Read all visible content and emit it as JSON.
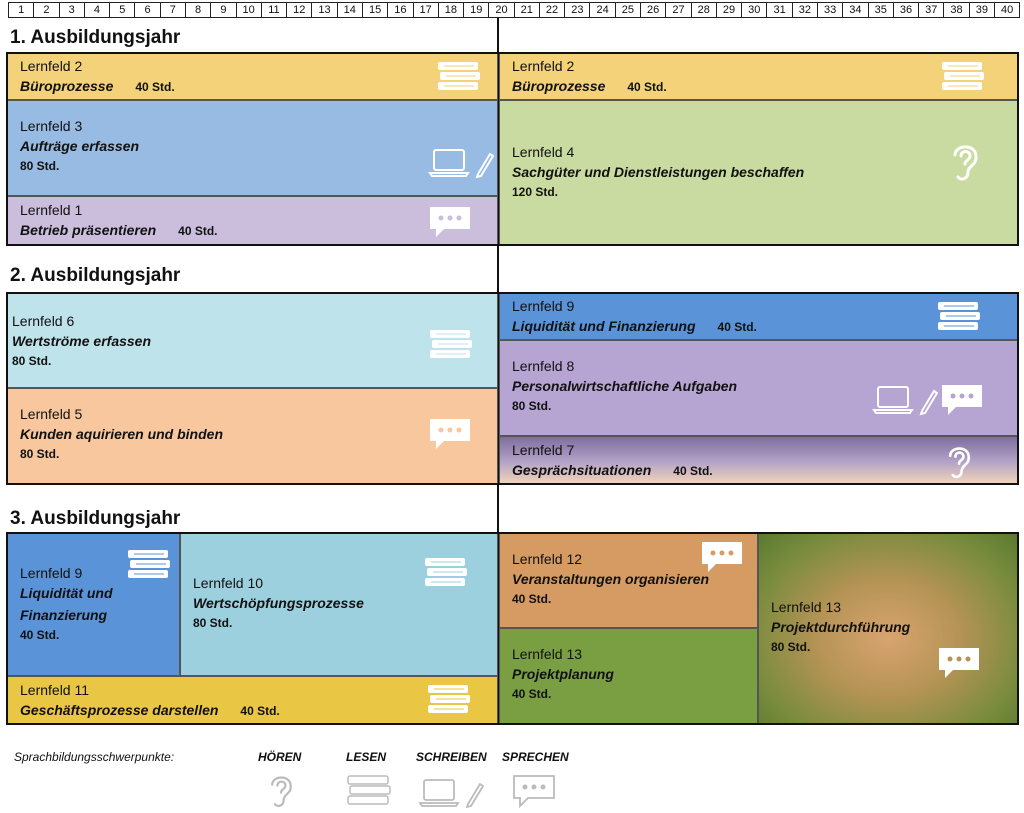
{
  "ruler": [
    "1",
    "2",
    "3",
    "4",
    "5",
    "6",
    "7",
    "8",
    "9",
    "10",
    "11",
    "12",
    "13",
    "14",
    "15",
    "16",
    "17",
    "18",
    "19",
    "20",
    "21",
    "22",
    "23",
    "24",
    "25",
    "26",
    "27",
    "28",
    "29",
    "30",
    "31",
    "32",
    "33",
    "34",
    "35",
    "36",
    "37",
    "38",
    "39",
    "40"
  ],
  "years": [
    "1. Ausbildungsjahr",
    "2. Ausbildungsjahr",
    "3. Ausbildungsjahr"
  ],
  "fields": {
    "y1_lf2_left": {
      "lf": "Lernfeld 2",
      "title": "Büroprozesse",
      "hours": "40 Std."
    },
    "y1_lf3": {
      "lf": "Lernfeld 3",
      "title": "Aufträge erfassen",
      "hours": "80 Std."
    },
    "y1_lf1": {
      "lf": "Lernfeld 1",
      "title": "Betrieb präsentieren",
      "hours": "40 Std."
    },
    "y1_lf2_right": {
      "lf": "Lernfeld 2",
      "title": "Büroprozesse",
      "hours": "40 Std."
    },
    "y1_lf4": {
      "lf": "Lernfeld 4",
      "title": "Sachgüter und Dienstleistungen beschaffen",
      "hours": "120 Std."
    },
    "y2_lf6": {
      "lf": "Lernfeld 6",
      "title": "Wertströme erfassen",
      "hours": "80 Std."
    },
    "y2_lf5": {
      "lf": "Lernfeld 5",
      "title": "Kunden aquirieren und binden",
      "hours": "80 Std."
    },
    "y2_lf9": {
      "lf": "Lernfeld 9",
      "title": "Liquidität und Finanzierung",
      "hours": "40 Std."
    },
    "y2_lf8": {
      "lf": "Lernfeld 8",
      "title": "Personalwirtschaftliche Aufgaben",
      "hours": "80 Std."
    },
    "y2_lf7": {
      "lf": "Lernfeld 7",
      "title": "Gesprächsituationen",
      "hours": "40 Std."
    },
    "y3_lf9": {
      "lf": "Lernfeld 9",
      "title": "Liquidität und Finanzierung",
      "hours": "40 Std."
    },
    "y3_lf10": {
      "lf": "Lernfeld 10",
      "title": "Wertschöpfungsprozesse",
      "hours": "80 Std."
    },
    "y3_lf11": {
      "lf": "Lernfeld 11",
      "title": "Geschäftsprozesse darstellen",
      "hours": "40 Std."
    },
    "y3_lf12": {
      "lf": "Lernfeld 12",
      "title": "Veranstaltungen organisieren",
      "hours": "40 Std."
    },
    "y3_lf13a": {
      "lf": "Lernfeld 13",
      "title": "Projektplanung",
      "hours": "40 Std."
    },
    "y3_lf13b": {
      "lf": "Lernfeld 13",
      "title": "Projektdurchführung",
      "hours": "80 Std."
    }
  },
  "legend": {
    "label": "Sprachbildungsschwerpunkte:",
    "items": [
      "HÖREN",
      "LESEN",
      "SCHREIBEN",
      "SPRECHEN"
    ]
  },
  "colors": {
    "yellow": "#f3d27a",
    "blue": "#97bbe3",
    "purple": "#cbbedd",
    "green": "#c9dba1",
    "light_blue": "#bfe3ea",
    "orange": "#f8c79e",
    "mid_blue": "#5b93d8",
    "lavender": "#b6a4d3",
    "teal": "#9dd0de",
    "dark_yellow": "#e9c643",
    "tan": "#d59b62",
    "olive": "#7a9e42"
  },
  "icons": [
    "books-icon",
    "laptop-pen-icon",
    "speech-bubble-icon",
    "ear-icon"
  ]
}
